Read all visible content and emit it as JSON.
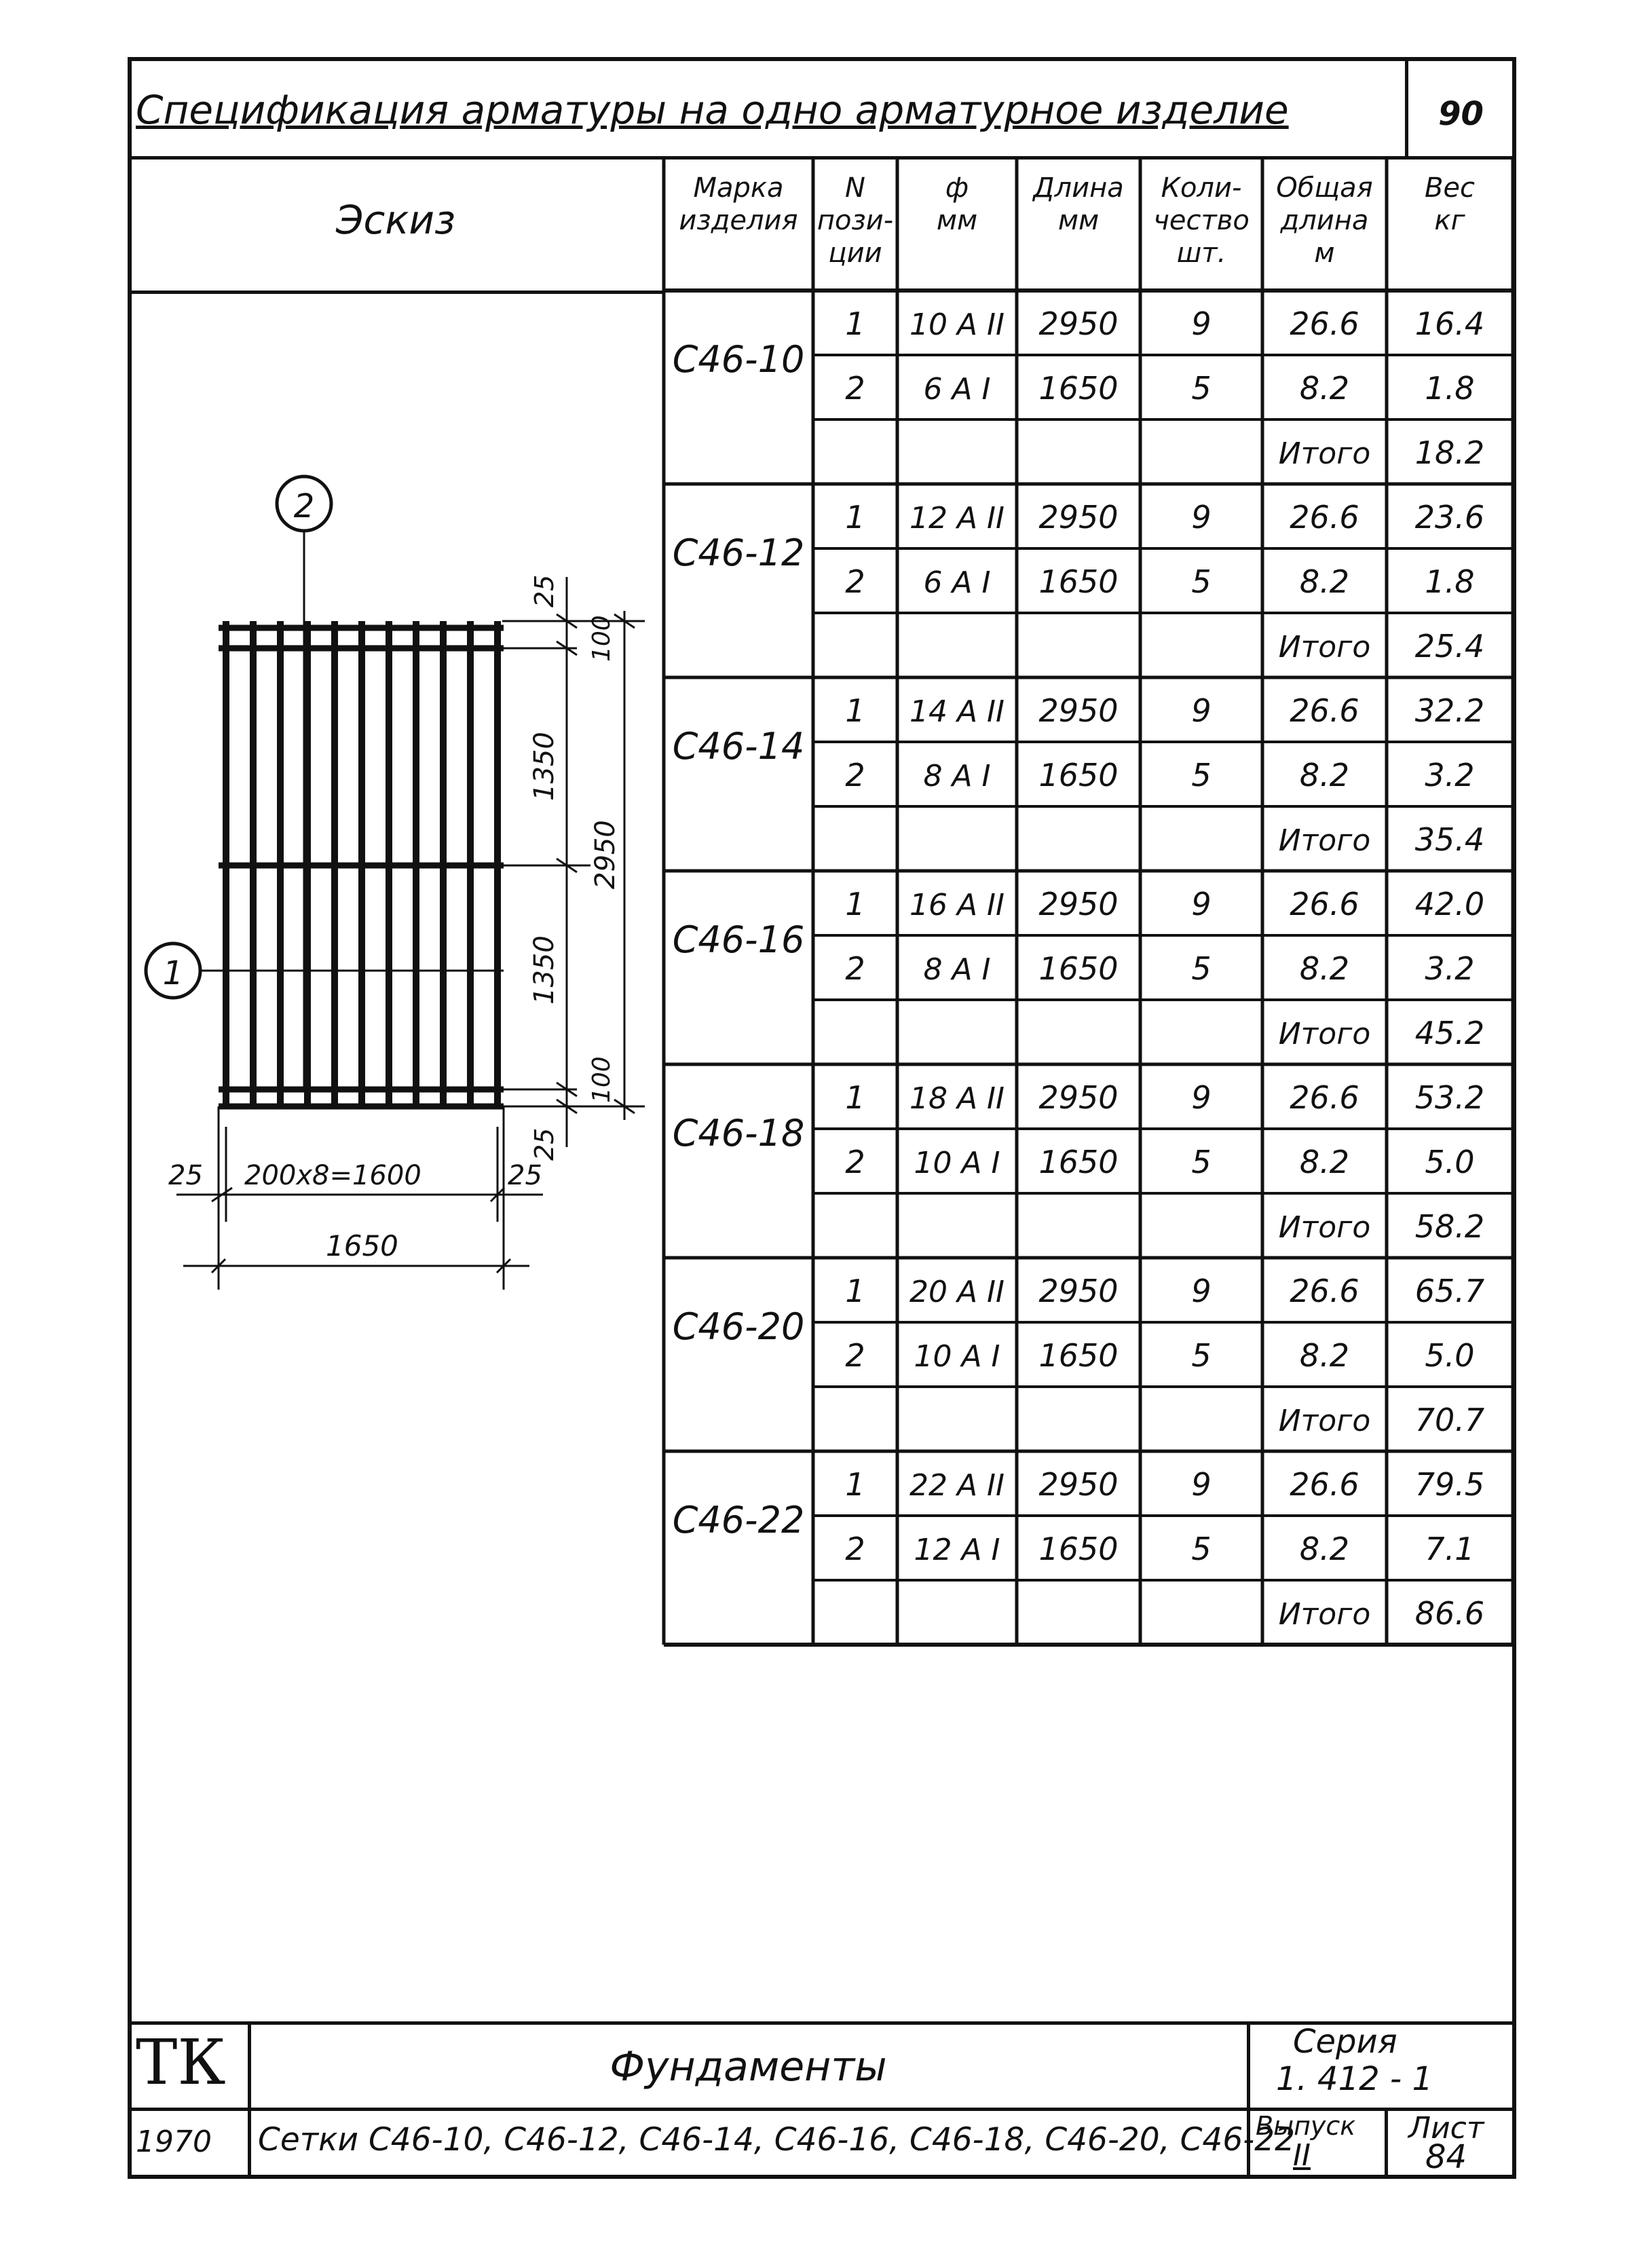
{
  "title": "Спецификация арматуры на одно арматурное изделие",
  "page_number": "90",
  "headers": {
    "sketch": "Эскиз",
    "mark": "Марка изделия",
    "pos": "N пози- ции",
    "diam": "ф мм",
    "length": "Длина мм",
    "qty": "Коли- чество шт.",
    "total": "Общая длина м",
    "weight": "Вес кг"
  },
  "groups": [
    {
      "mark": "С46-10",
      "rows": [
        {
          "pos": "1",
          "diam": "10 А II",
          "len": "2950",
          "qty": "9",
          "total": "26.6",
          "weight": "16.4"
        },
        {
          "pos": "2",
          "diam": "6 А I",
          "len": "1650",
          "qty": "5",
          "total": "8.2",
          "weight": "1.8"
        }
      ],
      "sum_label": "Итого",
      "sum": "18.2"
    },
    {
      "mark": "С46-12",
      "rows": [
        {
          "pos": "1",
          "diam": "12 А II",
          "len": "2950",
          "qty": "9",
          "total": "26.6",
          "weight": "23.6"
        },
        {
          "pos": "2",
          "diam": "6 А I",
          "len": "1650",
          "qty": "5",
          "total": "8.2",
          "weight": "1.8"
        }
      ],
      "sum_label": "Итого",
      "sum": "25.4"
    },
    {
      "mark": "С46-14",
      "rows": [
        {
          "pos": "1",
          "diam": "14 А II",
          "len": "2950",
          "qty": "9",
          "total": "26.6",
          "weight": "32.2"
        },
        {
          "pos": "2",
          "diam": "8 А I",
          "len": "1650",
          "qty": "5",
          "total": "8.2",
          "weight": "3.2"
        }
      ],
      "sum_label": "Итого",
      "sum": "35.4"
    },
    {
      "mark": "С46-16",
      "rows": [
        {
          "pos": "1",
          "diam": "16 А II",
          "len": "2950",
          "qty": "9",
          "total": "26.6",
          "weight": "42.0"
        },
        {
          "pos": "2",
          "diam": "8 А I",
          "len": "1650",
          "qty": "5",
          "total": "8.2",
          "weight": "3.2"
        }
      ],
      "sum_label": "Итого",
      "sum": "45.2"
    },
    {
      "mark": "С46-18",
      "rows": [
        {
          "pos": "1",
          "diam": "18 А II",
          "len": "2950",
          "qty": "9",
          "total": "26.6",
          "weight": "53.2"
        },
        {
          "pos": "2",
          "diam": "10 А I",
          "len": "1650",
          "qty": "5",
          "total": "8.2",
          "weight": "5.0"
        }
      ],
      "sum_label": "Итого",
      "sum": "58.2"
    },
    {
      "mark": "С46-20",
      "rows": [
        {
          "pos": "1",
          "diam": "20 А II",
          "len": "2950",
          "qty": "9",
          "total": "26.6",
          "weight": "65.7"
        },
        {
          "pos": "2",
          "diam": "10 А I",
          "len": "1650",
          "qty": "5",
          "total": "8.2",
          "weight": "5.0"
        }
      ],
      "sum_label": "Итого",
      "sum": "70.7"
    },
    {
      "mark": "С46-22",
      "rows": [
        {
          "pos": "1",
          "diam": "22 А II",
          "len": "2950",
          "qty": "9",
          "total": "26.6",
          "weight": "79.5"
        },
        {
          "pos": "2",
          "diam": "12 А I",
          "len": "1650",
          "qty": "5",
          "total": "8.2",
          "weight": "7.1"
        }
      ],
      "sum_label": "Итого",
      "sum": "86.6"
    }
  ],
  "sketch": {
    "callout_1": "1",
    "callout_2": "2",
    "dim_top_25": "25",
    "dim_100_top": "100",
    "dim_1350_a": "1350",
    "dim_2950": "2950",
    "dim_1350_b": "1350",
    "dim_100_bottom": "100",
    "dim_25_bottom": "25",
    "dim_25_left": "25",
    "dim_1600": "200x8=1600",
    "dim_25_right": "25",
    "dim_1650": "1650"
  },
  "title_block": {
    "logo": "ТК",
    "name": "Фундаменты",
    "series_label": "Серия",
    "series_value": "1. 412 - 1",
    "year": "1970",
    "description": "Сетки С46-10, С46-12, С46-14, С46-16, С46-18, С46-20, С46-22",
    "issue_label": "Выпуск",
    "issue_value": "II",
    "sheet_label": "Лист",
    "sheet_value": "84"
  }
}
